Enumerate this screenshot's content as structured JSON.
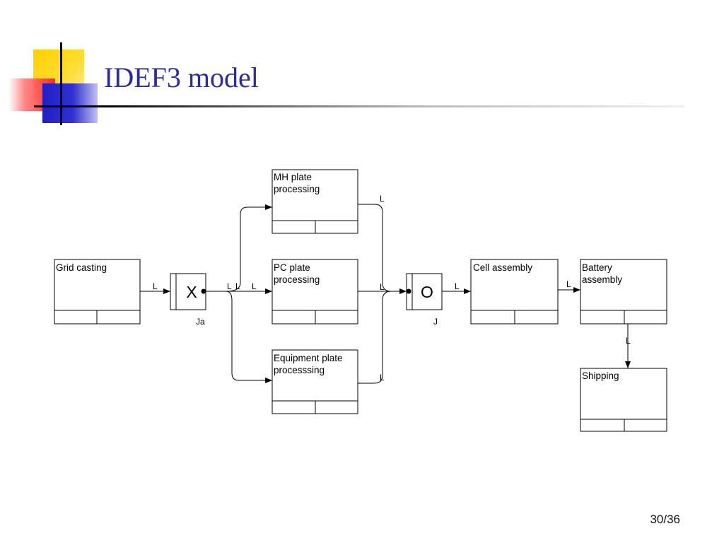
{
  "slide": {
    "title": "IDEF3 model",
    "page_number": "30/36"
  },
  "diagram": {
    "units": [
      {
        "id": "grid",
        "lines": [
          "Grid casting"
        ]
      },
      {
        "id": "mh",
        "lines": [
          "MH plate",
          "processing"
        ]
      },
      {
        "id": "pc",
        "lines": [
          "PC plate",
          "processing"
        ]
      },
      {
        "id": "equip",
        "lines": [
          "Equipment plate",
          "processsing"
        ]
      },
      {
        "id": "cell",
        "lines": [
          "Cell assembly"
        ]
      },
      {
        "id": "battery",
        "lines": [
          "Battery",
          "assembly"
        ]
      },
      {
        "id": "shipping",
        "lines": [
          "Shipping"
        ]
      }
    ],
    "junctions": [
      {
        "id": "ja",
        "symbol": "X",
        "label": "Ja"
      },
      {
        "id": "j",
        "symbol": "O",
        "label": "J"
      }
    ],
    "link_label": "L"
  }
}
